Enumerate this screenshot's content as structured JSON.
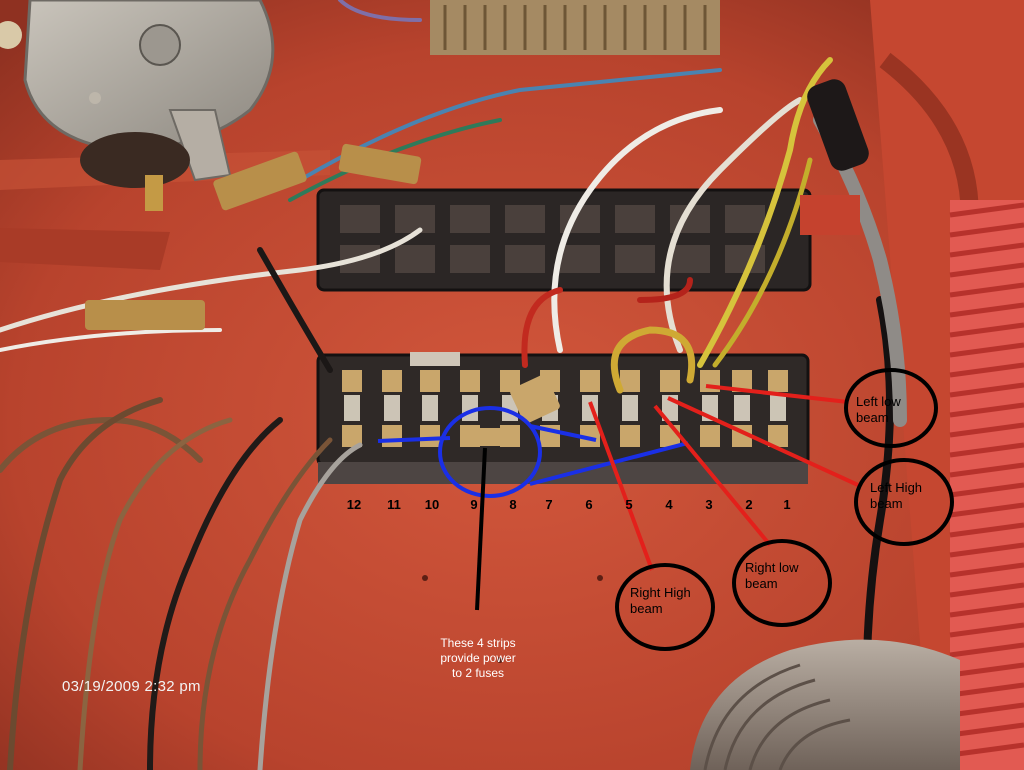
{
  "fuse_numbers": [
    "12",
    "11",
    "10",
    "9",
    "8",
    "7",
    "6",
    "5",
    "4",
    "3",
    "2",
    "1"
  ],
  "callouts": {
    "left_low_beam": [
      "Left low",
      "beam"
    ],
    "left_high_beam": [
      "Left High",
      "beam"
    ],
    "right_low_beam": [
      "Right low",
      "beam"
    ],
    "right_high_beam": [
      "Right High",
      "beam"
    ]
  },
  "note": [
    "These 4 strips",
    "provide power",
    "to 2 fuses"
  ],
  "timestamp": "03/19/2009  2:32 pm",
  "colors": {
    "body_paint": "#c4482f",
    "annotation_red": "#e3201b",
    "annotation_blue": "#1a2fe6",
    "annotation_black": "#000000",
    "fuse_box": "#2b2625"
  }
}
